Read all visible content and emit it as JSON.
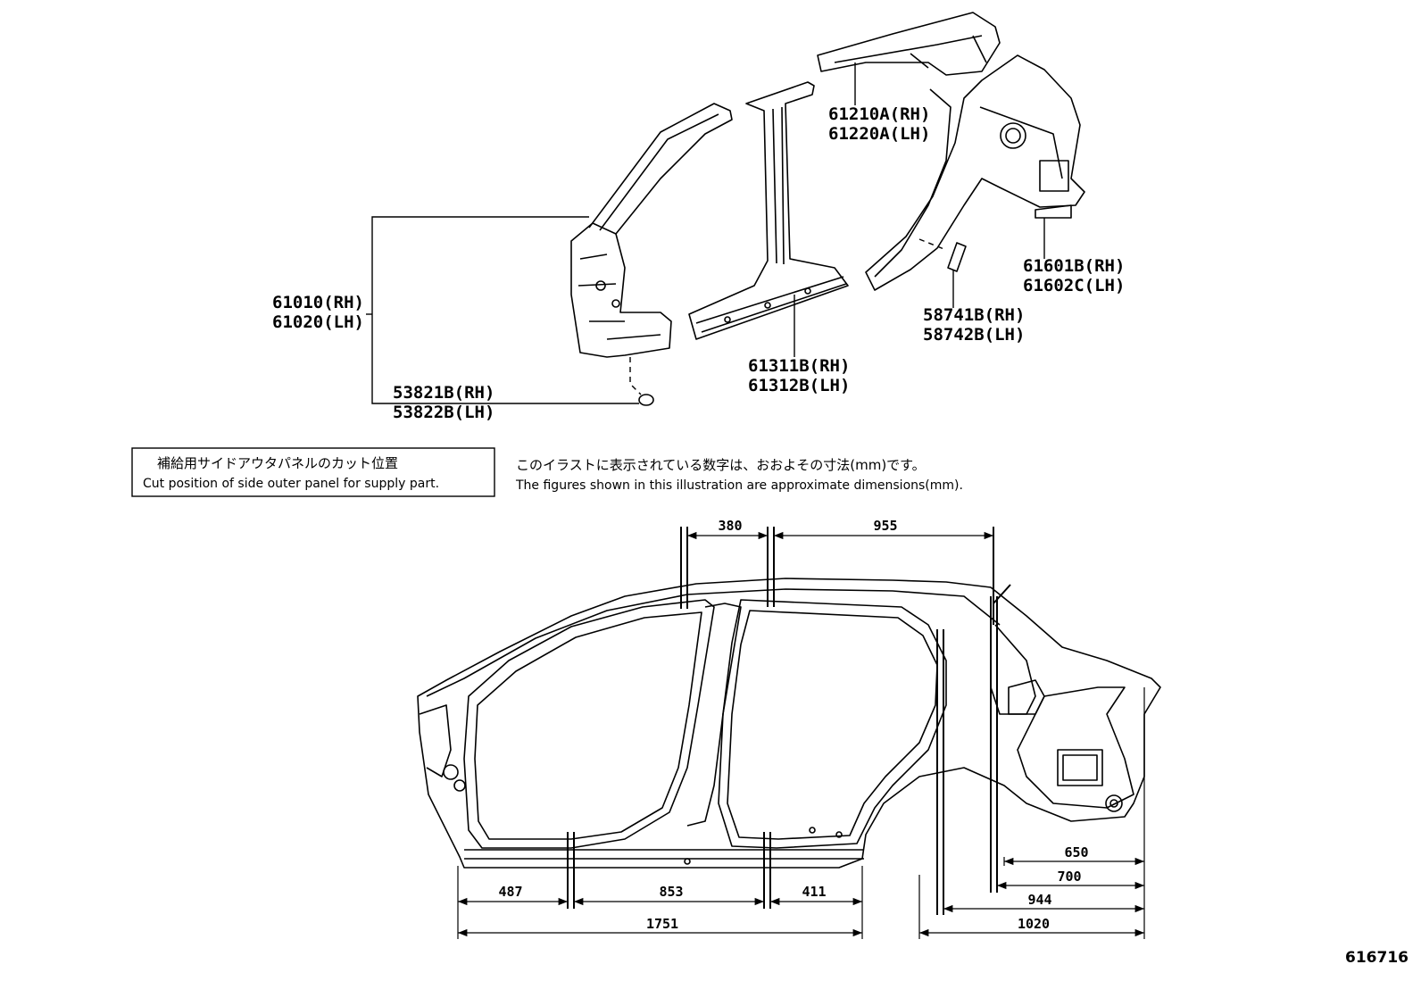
{
  "parts": {
    "roof_side_rail": [
      "61210A(RH)",
      "61220A(LH)"
    ],
    "quarter_panel": [
      "61601B(RH)",
      "61602C(LH)"
    ],
    "front_pillar": [
      "61010(RH)",
      "61020(LH)"
    ],
    "rocker_panel": [
      "61311B(RH)",
      "61312B(LH)"
    ],
    "quarter_seal": [
      "58741B(RH)",
      "58742B(LH)"
    ],
    "clip": [
      "53821B(RH)",
      "53822B(LH)"
    ]
  },
  "legend": {
    "cut_title_ja": "補給用サイドアウタパネルのカット位置",
    "cut_title_en": "Cut position of side outer panel for supply part."
  },
  "note": {
    "ja": "このイラストに表示されている数字は、おおよその寸法(mm)です。",
    "en": "The figures shown in this illustration are approximate dimensions(mm)."
  },
  "dimensions": {
    "top_a": "380",
    "top_b": "955",
    "bottom_a": "487",
    "bottom_b": "853",
    "bottom_c": "411",
    "bottom_total": "1751",
    "rear_a": "650",
    "rear_b": "700",
    "rear_c": "944",
    "rear_d": "1020"
  },
  "figure_number": "616716"
}
